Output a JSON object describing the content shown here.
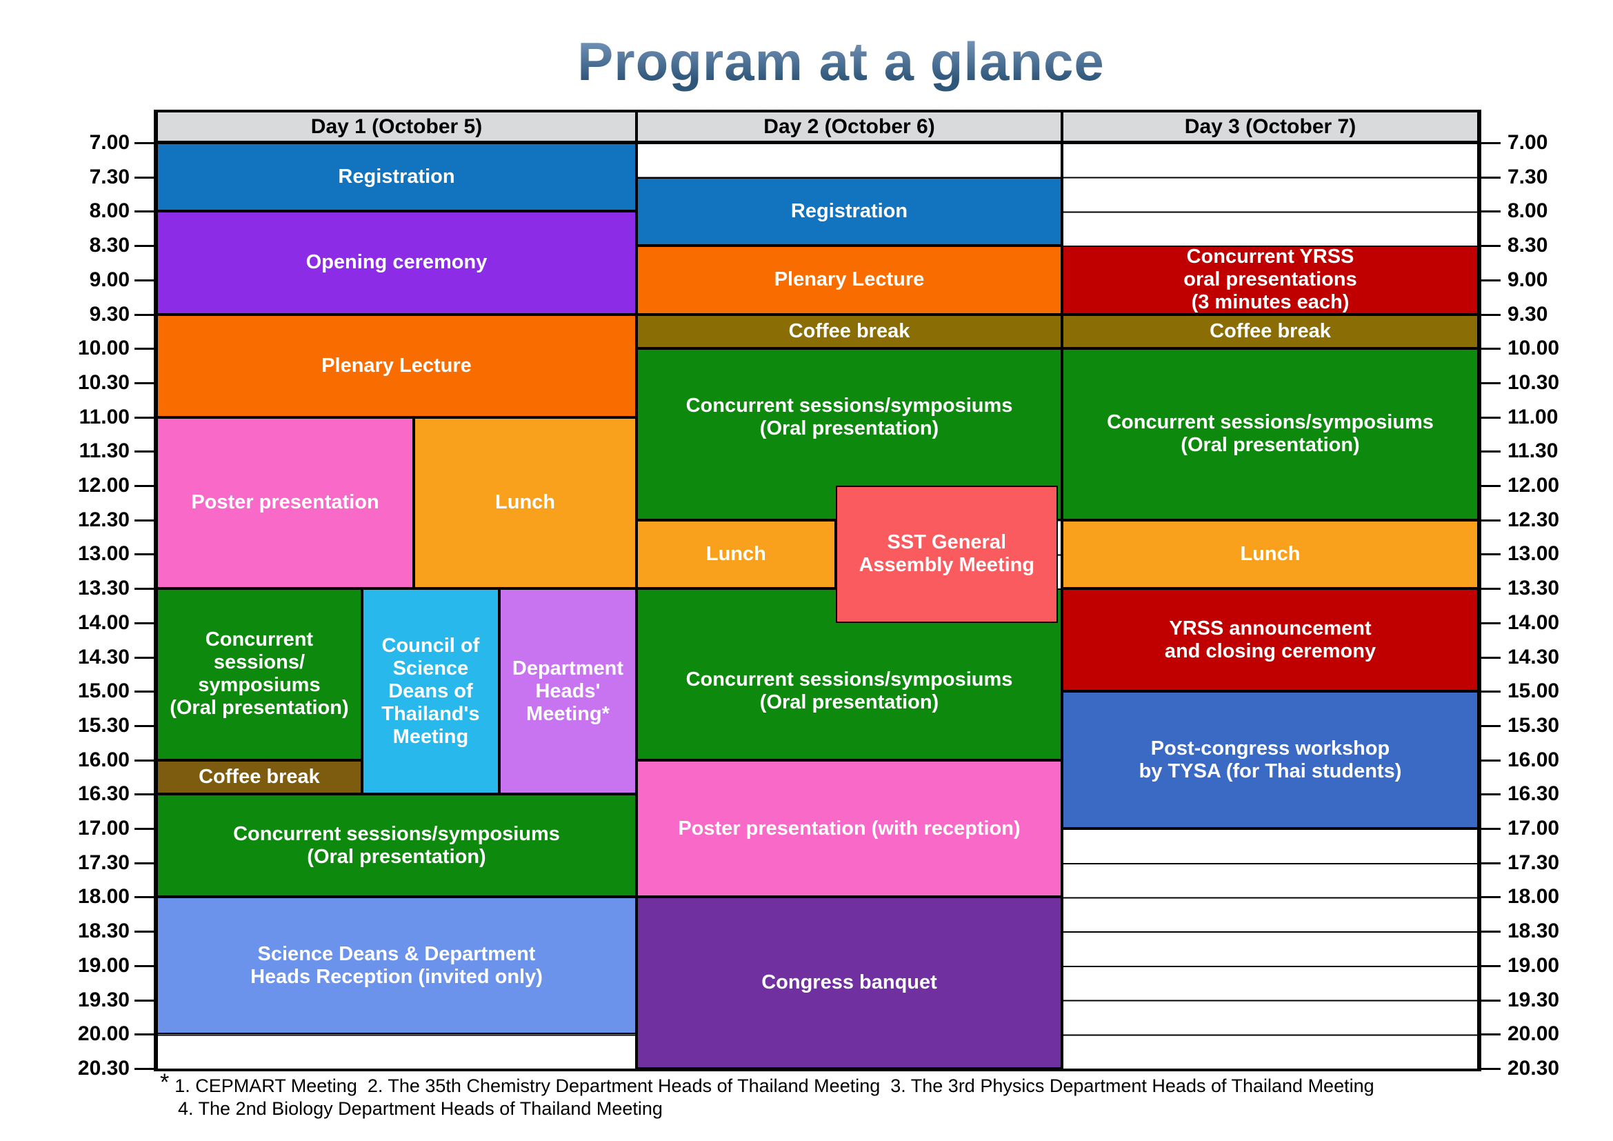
{
  "title": "Program at a glance",
  "footnote": {
    "asterisk": "*",
    "line1": "1. CEPMART Meeting  2. The 35th Chemistry Department Heads of Thailand Meeting  3. The 3rd Physics Department Heads of Thailand Meeting",
    "line2": "4. The 2nd Biology Department Heads of Thailand Meeting"
  },
  "colors": {
    "blue": "#1274BE",
    "violet": "#8D2CE6",
    "orange": "#F96D00",
    "pink": "#F969C8",
    "amber": "#F9A11C",
    "green": "#0D890D",
    "cyan": "#29B8EC",
    "orchid": "#C873F0",
    "coffee": "#8A6D04",
    "coffee_dark": "#7D5C10",
    "salmon": "#F95B5F",
    "darkred": "#C00000",
    "cornflower": "#6C93EB",
    "banquet": "#7030A0",
    "royal": "#3A6AC4",
    "header_bg": "#D8DADC",
    "grid_line": "#000000",
    "title_top": "#7C9BC0",
    "title_bottom": "#2E5679"
  },
  "chart_data": {
    "type": "table",
    "title": "Program at a glance",
    "days": [
      "Day 1 (October 5)",
      "Day 2 (October 6)",
      "Day 3 (October 7)"
    ],
    "time_axis": [
      "7.00",
      "7.30",
      "8.00",
      "8.30",
      "9.00",
      "9.30",
      "10.00",
      "10.30",
      "11.00",
      "11.30",
      "12.00",
      "12.30",
      "13.00",
      "13.30",
      "14.00",
      "14.30",
      "15.00",
      "15.30",
      "16.00",
      "16.30",
      "17.00",
      "17.30",
      "18.00",
      "18.30",
      "19.00",
      "19.30",
      "20.00",
      "20.30"
    ],
    "events": [
      {
        "day": 0,
        "start": "7.00",
        "end": "8.00",
        "label": "Registration",
        "color": "blue"
      },
      {
        "day": 0,
        "start": "8.00",
        "end": "9.30",
        "label": "Opening ceremony",
        "color": "violet"
      },
      {
        "day": 0,
        "start": "9.30",
        "end": "11.00",
        "label": "Plenary Lecture",
        "color": "orange"
      },
      {
        "day": 0,
        "start": "11.00",
        "end": "13.30",
        "label": "Poster presentation",
        "color": "pink",
        "x0": 0,
        "x1": 0.536
      },
      {
        "day": 0,
        "start": "11.00",
        "end": "13.30",
        "label": "Lunch",
        "color": "amber",
        "x0": 0.536,
        "x1": 1
      },
      {
        "day": 0,
        "start": "13.30",
        "end": "16.00",
        "label": "Concurrent sessions/symposiums (Oral presentation)",
        "lines": [
          "Concurrent",
          "sessions/",
          "symposiums",
          "(Oral presentation)"
        ],
        "color": "green",
        "x0": 0,
        "x1": 0.428
      },
      {
        "day": 0,
        "start": "16.00",
        "end": "16.30",
        "label": "Coffee break",
        "color": "coffee_dark",
        "x0": 0,
        "x1": 0.428
      },
      {
        "day": 0,
        "start": "13.30",
        "end": "16.30",
        "label": "Council of Science Deans of Thailand's Meeting",
        "lines": [
          "Council of",
          "Science",
          "Deans of",
          "Thailand's",
          "Meeting"
        ],
        "color": "cyan",
        "x0": 0.428,
        "x1": 0.714
      },
      {
        "day": 0,
        "start": "13.30",
        "end": "16.30",
        "label": "Department Heads' Meeting*",
        "lines": [
          "Department",
          "Heads'",
          "Meeting*"
        ],
        "color": "orchid",
        "x0": 0.714,
        "x1": 1
      },
      {
        "day": 0,
        "start": "16.30",
        "end": "18.00",
        "label": "Concurrent sessions/symposiums (Oral presentation)",
        "lines": [
          "Concurrent sessions/symposiums",
          "(Oral presentation)"
        ],
        "color": "green"
      },
      {
        "day": 0,
        "start": "18.00",
        "end": "20.00",
        "label": "Science Deans & Department Heads Reception (invited only)",
        "lines": [
          "Science Deans & Department",
          "Heads Reception (invited only)"
        ],
        "color": "cornflower"
      },
      {
        "day": 1,
        "start": "7.30",
        "end": "8.30",
        "label": "Registration",
        "color": "blue"
      },
      {
        "day": 1,
        "start": "8.30",
        "end": "9.30",
        "label": "Plenary Lecture",
        "color": "orange"
      },
      {
        "day": 1,
        "start": "9.30",
        "end": "10.00",
        "label": "Coffee break",
        "color": "coffee"
      },
      {
        "day": 1,
        "start": "10.00",
        "end": "12.30",
        "label": "Concurrent sessions/symposiums (Oral presentation)",
        "lines": [
          "Concurrent sessions/symposiums",
          "(Oral presentation)"
        ],
        "color": "green",
        "text_to": "12.00"
      },
      {
        "day": 1,
        "start": "12.30",
        "end": "13.30",
        "label": "Lunch",
        "color": "amber",
        "x0": 0,
        "x1": 0.468
      },
      {
        "day": 1,
        "start": "13.30",
        "end": "16.00",
        "label": "Concurrent sessions/symposiums (Oral presentation)",
        "lines": [
          "Concurrent sessions/symposiums",
          "(Oral presentation)"
        ],
        "color": "green",
        "text_from": "14.00"
      },
      {
        "day": 1,
        "start": "12.00",
        "end": "14.00",
        "label": "SST General Assembly Meeting",
        "lines": [
          "SST General",
          "Assembly Meeting"
        ],
        "color": "salmon",
        "x0": 0.468,
        "x1": 0.99,
        "z": 5
      },
      {
        "day": 1,
        "start": "16.00",
        "end": "18.00",
        "label": "Poster presentation (with reception)",
        "color": "pink"
      },
      {
        "day": 1,
        "start": "18.00",
        "end": "20.30",
        "label": "Congress banquet",
        "color": "banquet"
      },
      {
        "day": 2,
        "start": "8.30",
        "end": "9.30",
        "label": "Concurrent YRSS oral presentations (3 minutes each)",
        "lines": [
          "Concurrent YRSS",
          "oral presentations",
          "(3 minutes each)"
        ],
        "color": "darkred"
      },
      {
        "day": 2,
        "start": "9.30",
        "end": "10.00",
        "label": "Coffee break",
        "color": "coffee"
      },
      {
        "day": 2,
        "start": "10.00",
        "end": "12.30",
        "label": "Concurrent sessions/symposiums (Oral presentation)",
        "lines": [
          "Concurrent sessions/symposiums",
          "(Oral presentation)"
        ],
        "color": "green"
      },
      {
        "day": 2,
        "start": "12.30",
        "end": "13.30",
        "label": "Lunch",
        "color": "amber"
      },
      {
        "day": 2,
        "start": "13.30",
        "end": "15.00",
        "label": "YRSS announcement and closing ceremony",
        "lines": [
          "YRSS announcement",
          "and closing ceremony"
        ],
        "color": "darkred"
      },
      {
        "day": 2,
        "start": "15.00",
        "end": "17.00",
        "label": "Post-congress workshop by TYSA (for Thai students)",
        "lines": [
          "Post-congress workshop",
          "by TYSA (for Thai students)"
        ],
        "color": "royal"
      }
    ]
  }
}
